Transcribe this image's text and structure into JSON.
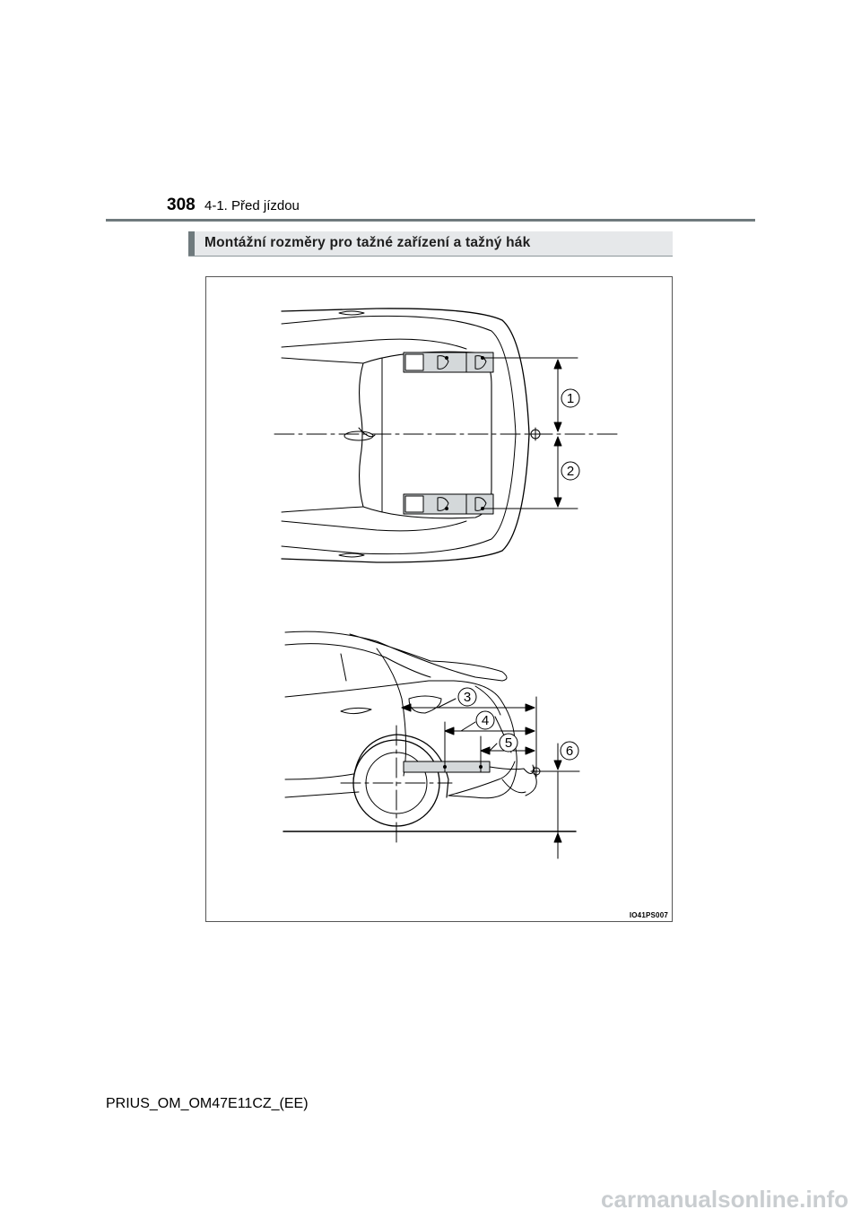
{
  "header": {
    "page_number": "308",
    "section": "4-1. Před jízdou"
  },
  "section_title": "Montážní rozměry pro tažné zařízení a tažný hák",
  "figure": {
    "id": "IO41PS007",
    "callouts": [
      "1",
      "2",
      "3",
      "4",
      "5",
      "6"
    ]
  },
  "footer": {
    "doc_code": "PRIUS_OM_OM47E11CZ_(EE)",
    "watermark": "carmanualsonline.info"
  }
}
